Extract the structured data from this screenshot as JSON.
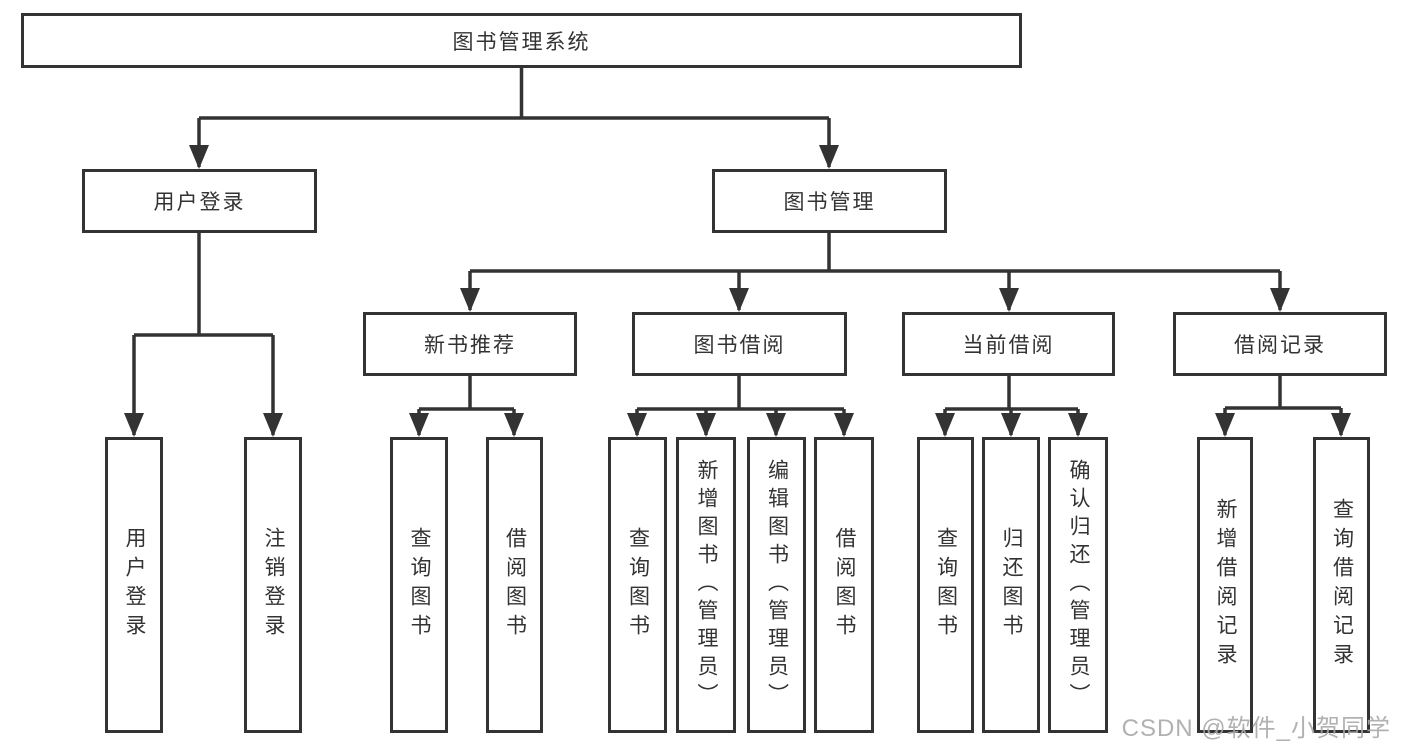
{
  "nodes": {
    "root": {
      "label": "图书管理系统"
    },
    "user_login": {
      "label": "用户登录"
    },
    "book_mgmt": {
      "label": "图书管理"
    },
    "new_books": {
      "label": "新书推荐"
    },
    "borrowing": {
      "label": "图书借阅"
    },
    "current": {
      "label": "当前借阅"
    },
    "records": {
      "label": "借阅记录"
    },
    "leaf_user_login": {
      "label": "用户登录"
    },
    "leaf_logout": {
      "label": "注销登录"
    },
    "leaf_nb_query": {
      "label": "查询图书"
    },
    "leaf_nb_borrow": {
      "label": "借阅图书"
    },
    "leaf_bb_query": {
      "label": "查询图书"
    },
    "leaf_bb_add": {
      "label": "新增图书（管理员）"
    },
    "leaf_bb_edit": {
      "label": "编辑图书（管理员）"
    },
    "leaf_bb_borrow": {
      "label": "借阅图书"
    },
    "leaf_cb_query": {
      "label": "查询图书"
    },
    "leaf_cb_return": {
      "label": "归还图书"
    },
    "leaf_cb_confirm": {
      "label": "确认归还（管理员）"
    },
    "leaf_rec_add": {
      "label": "新增借阅记录"
    },
    "leaf_rec_query": {
      "label": "查询借阅记录"
    }
  },
  "watermark": {
    "text": "CSDN @软件_小贺同学"
  },
  "colors": {
    "line": "#333333",
    "text": "#333333",
    "box_background": "#ffffff",
    "watermark": "#a8a8a8",
    "background": "#ffffff"
  }
}
